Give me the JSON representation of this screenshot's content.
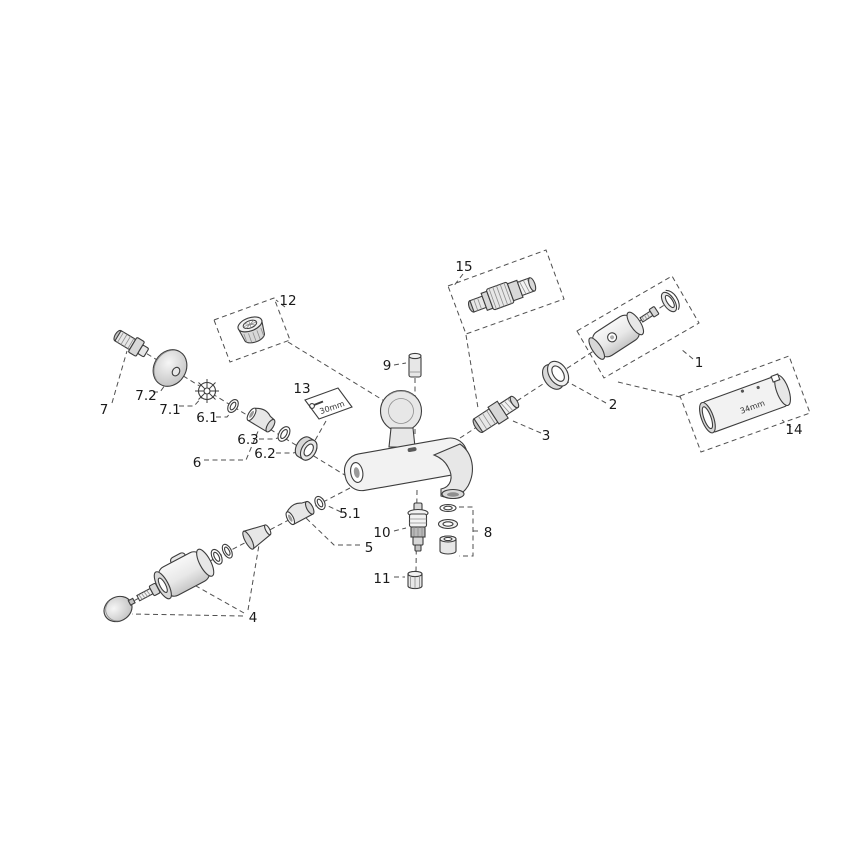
{
  "diagram": {
    "background": "#ffffff",
    "line_color": "#3d3d3d",
    "labels": {
      "p1": "1",
      "p2": "2",
      "p3": "3",
      "p4": "4",
      "p5": "5",
      "p5_1": "5.1",
      "p6": "6",
      "p6_1": "6.1",
      "p6_2": "6.2",
      "p6_3": "6.3",
      "p7": "7",
      "p7_1": "7.1",
      "p7_2": "7.2",
      "p8": "8",
      "p9": "9",
      "p10": "10",
      "p11": "11",
      "p12": "12",
      "p13": "13",
      "p14": "14",
      "p15": "15"
    },
    "annotations": {
      "packet_size": "30mm",
      "sleeve_size": "34mm"
    }
  }
}
